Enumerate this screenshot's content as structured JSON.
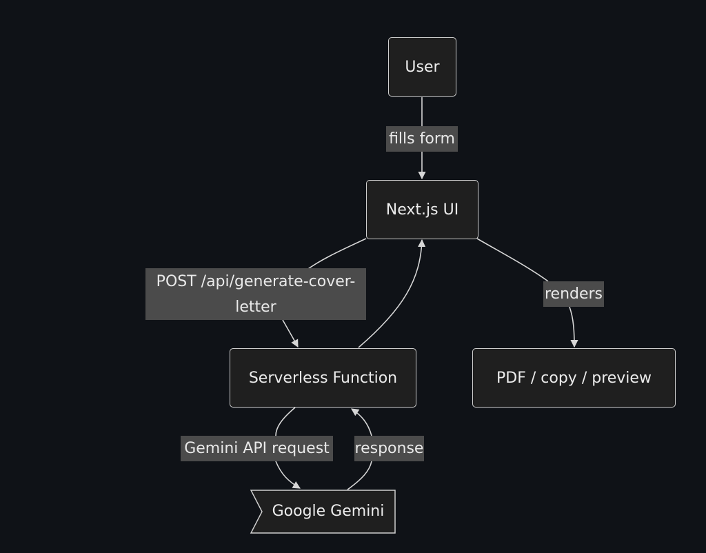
{
  "nodes": {
    "user": "User",
    "nextjs_ui": "Next.js UI",
    "serverless": "Serverless Function",
    "pdf": "PDF / copy / preview",
    "gemini": "Google Gemini"
  },
  "edges": {
    "fills_form": "fills form",
    "post_line1": "POST /api/generate-cover-",
    "post_line2": "letter",
    "renders": "renders",
    "gemini_request": "Gemini API request",
    "response": "response"
  },
  "colors": {
    "background": "#0f1217",
    "node_fill": "#1f1f1f",
    "node_border": "#cfcfcf",
    "label_fill": "#4b4b4b",
    "edge": "#d6d6d6"
  }
}
